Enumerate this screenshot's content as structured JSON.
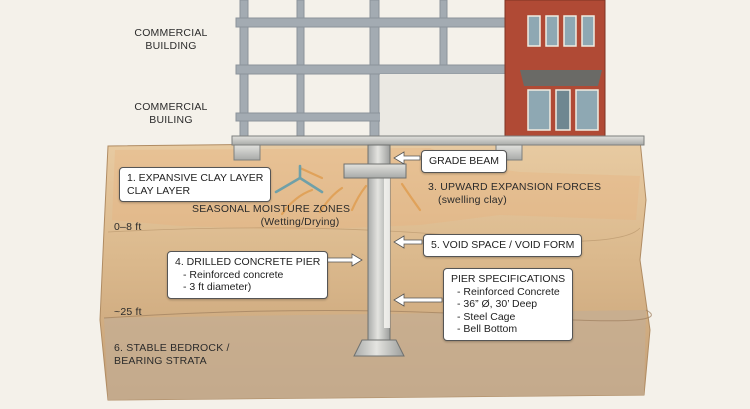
{
  "labels": {
    "building_top_line1": "COMMERCIAL",
    "building_top_line2": "BUILDING",
    "building_mid_line1": "COMMERCIAL",
    "building_mid_line2": "BUILING",
    "clay_line1": "1. EXPANSIVE CLAY LAYER",
    "clay_line2": "CLAY LAYER",
    "grade_beam": "GRADE BEAM",
    "upward_line1": "3. UPWARD EXPANSION FORCES",
    "upward_line2": "(swelling clay)",
    "moisture_line1": "SEASONAL MOISTURE ZONES",
    "moisture_line2": "(Wetting/Drying)",
    "depth_top": "0–8 ft",
    "void_space": "5. VOID SPACE / VOID FORM",
    "pier_title": "4. DRILLED CONCRETE PIER",
    "pier_item1": "- Reinforced concrete",
    "pier_item2": "- 3 ft diameter)",
    "specs_title": "PIER SPECIFICATIONS",
    "specs_item1": "- Reinforced Concrete",
    "specs_item2": "- 36” Ø, 30’ Deep",
    "specs_item3": "- Steel Cage",
    "specs_item4": "- Bell Bottom",
    "depth_bottom": "~25 ft",
    "bedrock_line1": "6. STABLE BEDROCK /",
    "bedrock_line2": "BEARING STRATA"
  },
  "colors": {
    "sky": "#f4f1ea",
    "soil_top": "#e7c9a0",
    "soil_mid": "#d8b58a",
    "soil_deep": "#c9a47b",
    "bedrock": "#bfa88e",
    "steel": "#9aa3ab",
    "brick": "#b24a36",
    "concrete": "#d6d6d2",
    "arrow": "#e0a25a",
    "arrow_blue": "#6fa0a8"
  }
}
